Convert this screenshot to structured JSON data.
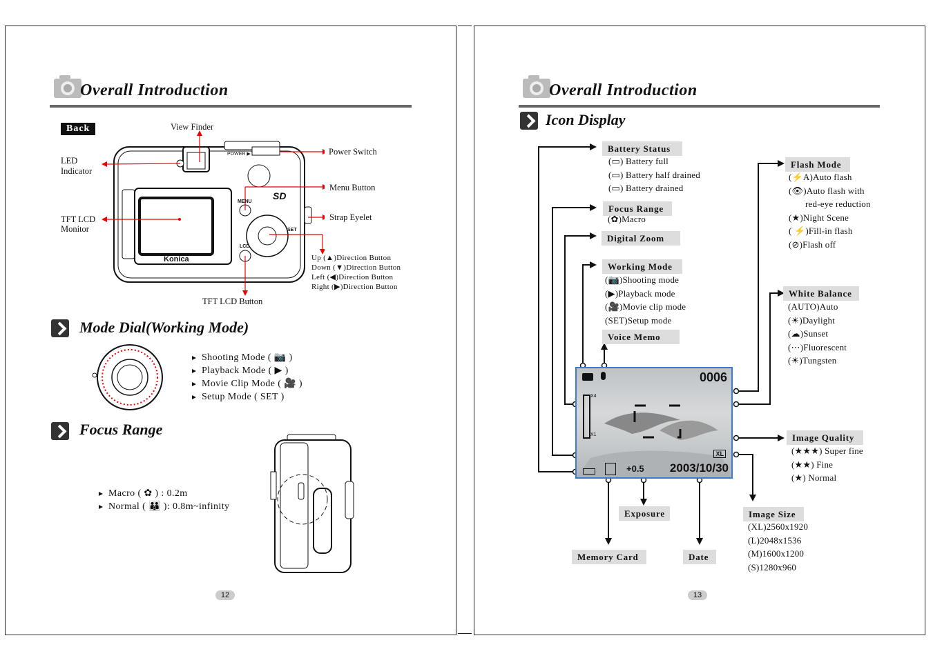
{
  "left_page": {
    "header_title": "Overall Introduction",
    "back_label": "Back",
    "callouts": {
      "view_finder": "View Finder",
      "power_switch": "Power Switch",
      "led_indicator_line1": "LED",
      "led_indicator_line2": "Indicator",
      "menu_button": "Menu Button",
      "tft_lcd_monitor_line1": "TFT LCD",
      "tft_lcd_monitor_line2": "Monitor",
      "strap_eyelet": "Strap Eyelet",
      "up_direction": "Up (▲)Direction Button",
      "down_direction": "Down (▼)Direction Button",
      "left_direction": "Left (◀)Direction Button",
      "right_direction": "Right (▶)Direction Button",
      "tft_lcd_button": "TFT LCD Button"
    },
    "camera_text": {
      "brand": "Konica",
      "power": "POWER ▶",
      "menu": "MENU",
      "lcd": "LCD",
      "set": "SET",
      "sd": "SD"
    },
    "mode_dial": {
      "title": "Mode Dial(Working Mode)",
      "items": [
        "Shooting Mode ( 📷 )",
        "Playback Mode ( ▶ )",
        "Movie Clip Mode ( 🎥 )",
        "Setup Mode ( SET )"
      ]
    },
    "focus_range": {
      "title": "Focus Range",
      "items": [
        "Macro ( ✿ ) : 0.2m",
        "Normal ( 👪 ): 0.8m~infinity"
      ]
    },
    "page_number": "12"
  },
  "right_page": {
    "header_title": "Overall Introduction",
    "section_title": "Icon Display",
    "battery_status": {
      "label": "Battery Status",
      "items": [
        "(▭) Battery full",
        "(▭) Battery half drained",
        "(▭) Battery drained"
      ]
    },
    "focus_range": {
      "label": "Focus Range",
      "items": [
        "(✿)Macro"
      ]
    },
    "digital_zoom": {
      "label": "Digital Zoom"
    },
    "working_mode": {
      "label": "Working Mode",
      "items": [
        "(📷)Shooting mode",
        "(▶)Playback mode",
        "(🎥)Movie clip mode",
        "(SET)Setup mode"
      ]
    },
    "voice_memo": {
      "label": "Voice Memo"
    },
    "flash_mode": {
      "label": "Flash Mode",
      "items": [
        "(⚡A)Auto flash",
        "(👁)Auto flash with",
        "red-eye reduction",
        "(★)Night Scene",
        "( ⚡)Fill-in flash",
        "(⊘)Flash off"
      ]
    },
    "white_balance": {
      "label": "White Balance",
      "items": [
        "(AUTO)Auto",
        "(☀)Daylight",
        "(☁)Sunset",
        "(⋯)Fluorescent",
        "(☀)Tungsten"
      ]
    },
    "image_quality": {
      "label": "Image Quality",
      "items": [
        "(★★★) Super  fine",
        "(★★) Fine",
        "(★) Normal"
      ]
    },
    "image_size": {
      "label": "Image Size",
      "items": [
        "(XL)2560x1920",
        "(L)2048x1536",
        "(M)1600x1200",
        "(S)1280x960"
      ]
    },
    "exposure": {
      "label": "Exposure"
    },
    "memory_card": {
      "label": "Memory Card"
    },
    "date": {
      "label": "Date"
    },
    "lcd": {
      "counter": "0006",
      "ev": "+0.5",
      "date": "2003/10/30",
      "zoom_top": "X4",
      "zoom_bottom": "X1",
      "size_badge": "XL"
    },
    "page_number": "13"
  }
}
